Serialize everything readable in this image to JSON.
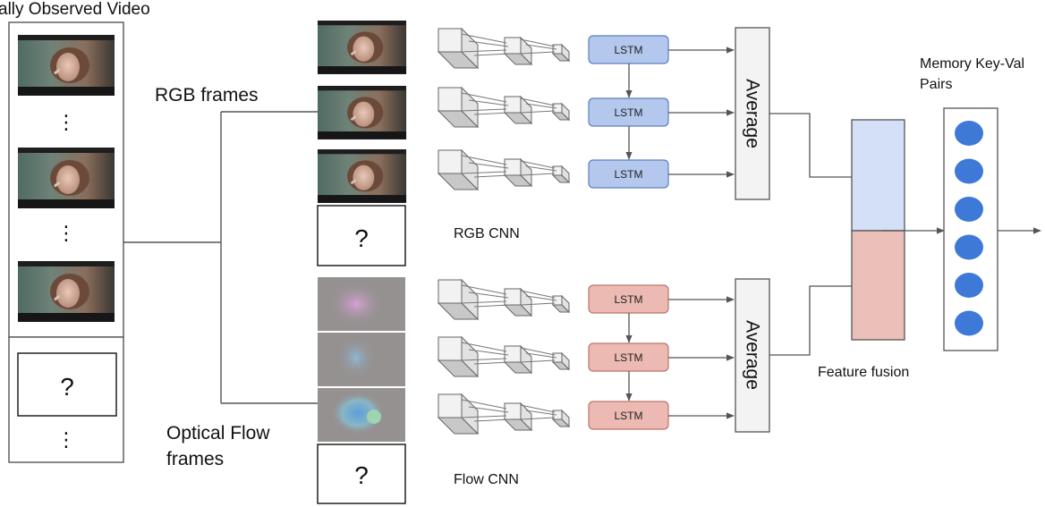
{
  "title": "ally Observed Video",
  "branch_labels": {
    "rgb": "RGB frames",
    "flow_line1": "Optical Flow",
    "flow_line2": "frames"
  },
  "video_column": {
    "ellipsis": "⋮",
    "unknown": "?"
  },
  "unknown_frame": "?",
  "lstm_label": "LSTM",
  "average_label": "Average",
  "cnn_labels": {
    "rgb": "RGB CNN",
    "flow": "Flow CNN"
  },
  "fusion_label": "Feature fusion",
  "memory_label": {
    "line1": "Memory Key-Val",
    "line2": "Pairs"
  },
  "colors": {
    "rgb_lstm_fill": "#b4c8ee",
    "rgb_lstm_stroke": "#5d7ec0",
    "flow_lstm_fill": "#ecbab2",
    "flow_lstm_stroke": "#bd746b",
    "fusion_rgb": "#d3e0f7",
    "fusion_flow": "#ebc0b8",
    "memory_dot": "#3e79d8",
    "line": "#555555"
  },
  "memory_slots": 6
}
